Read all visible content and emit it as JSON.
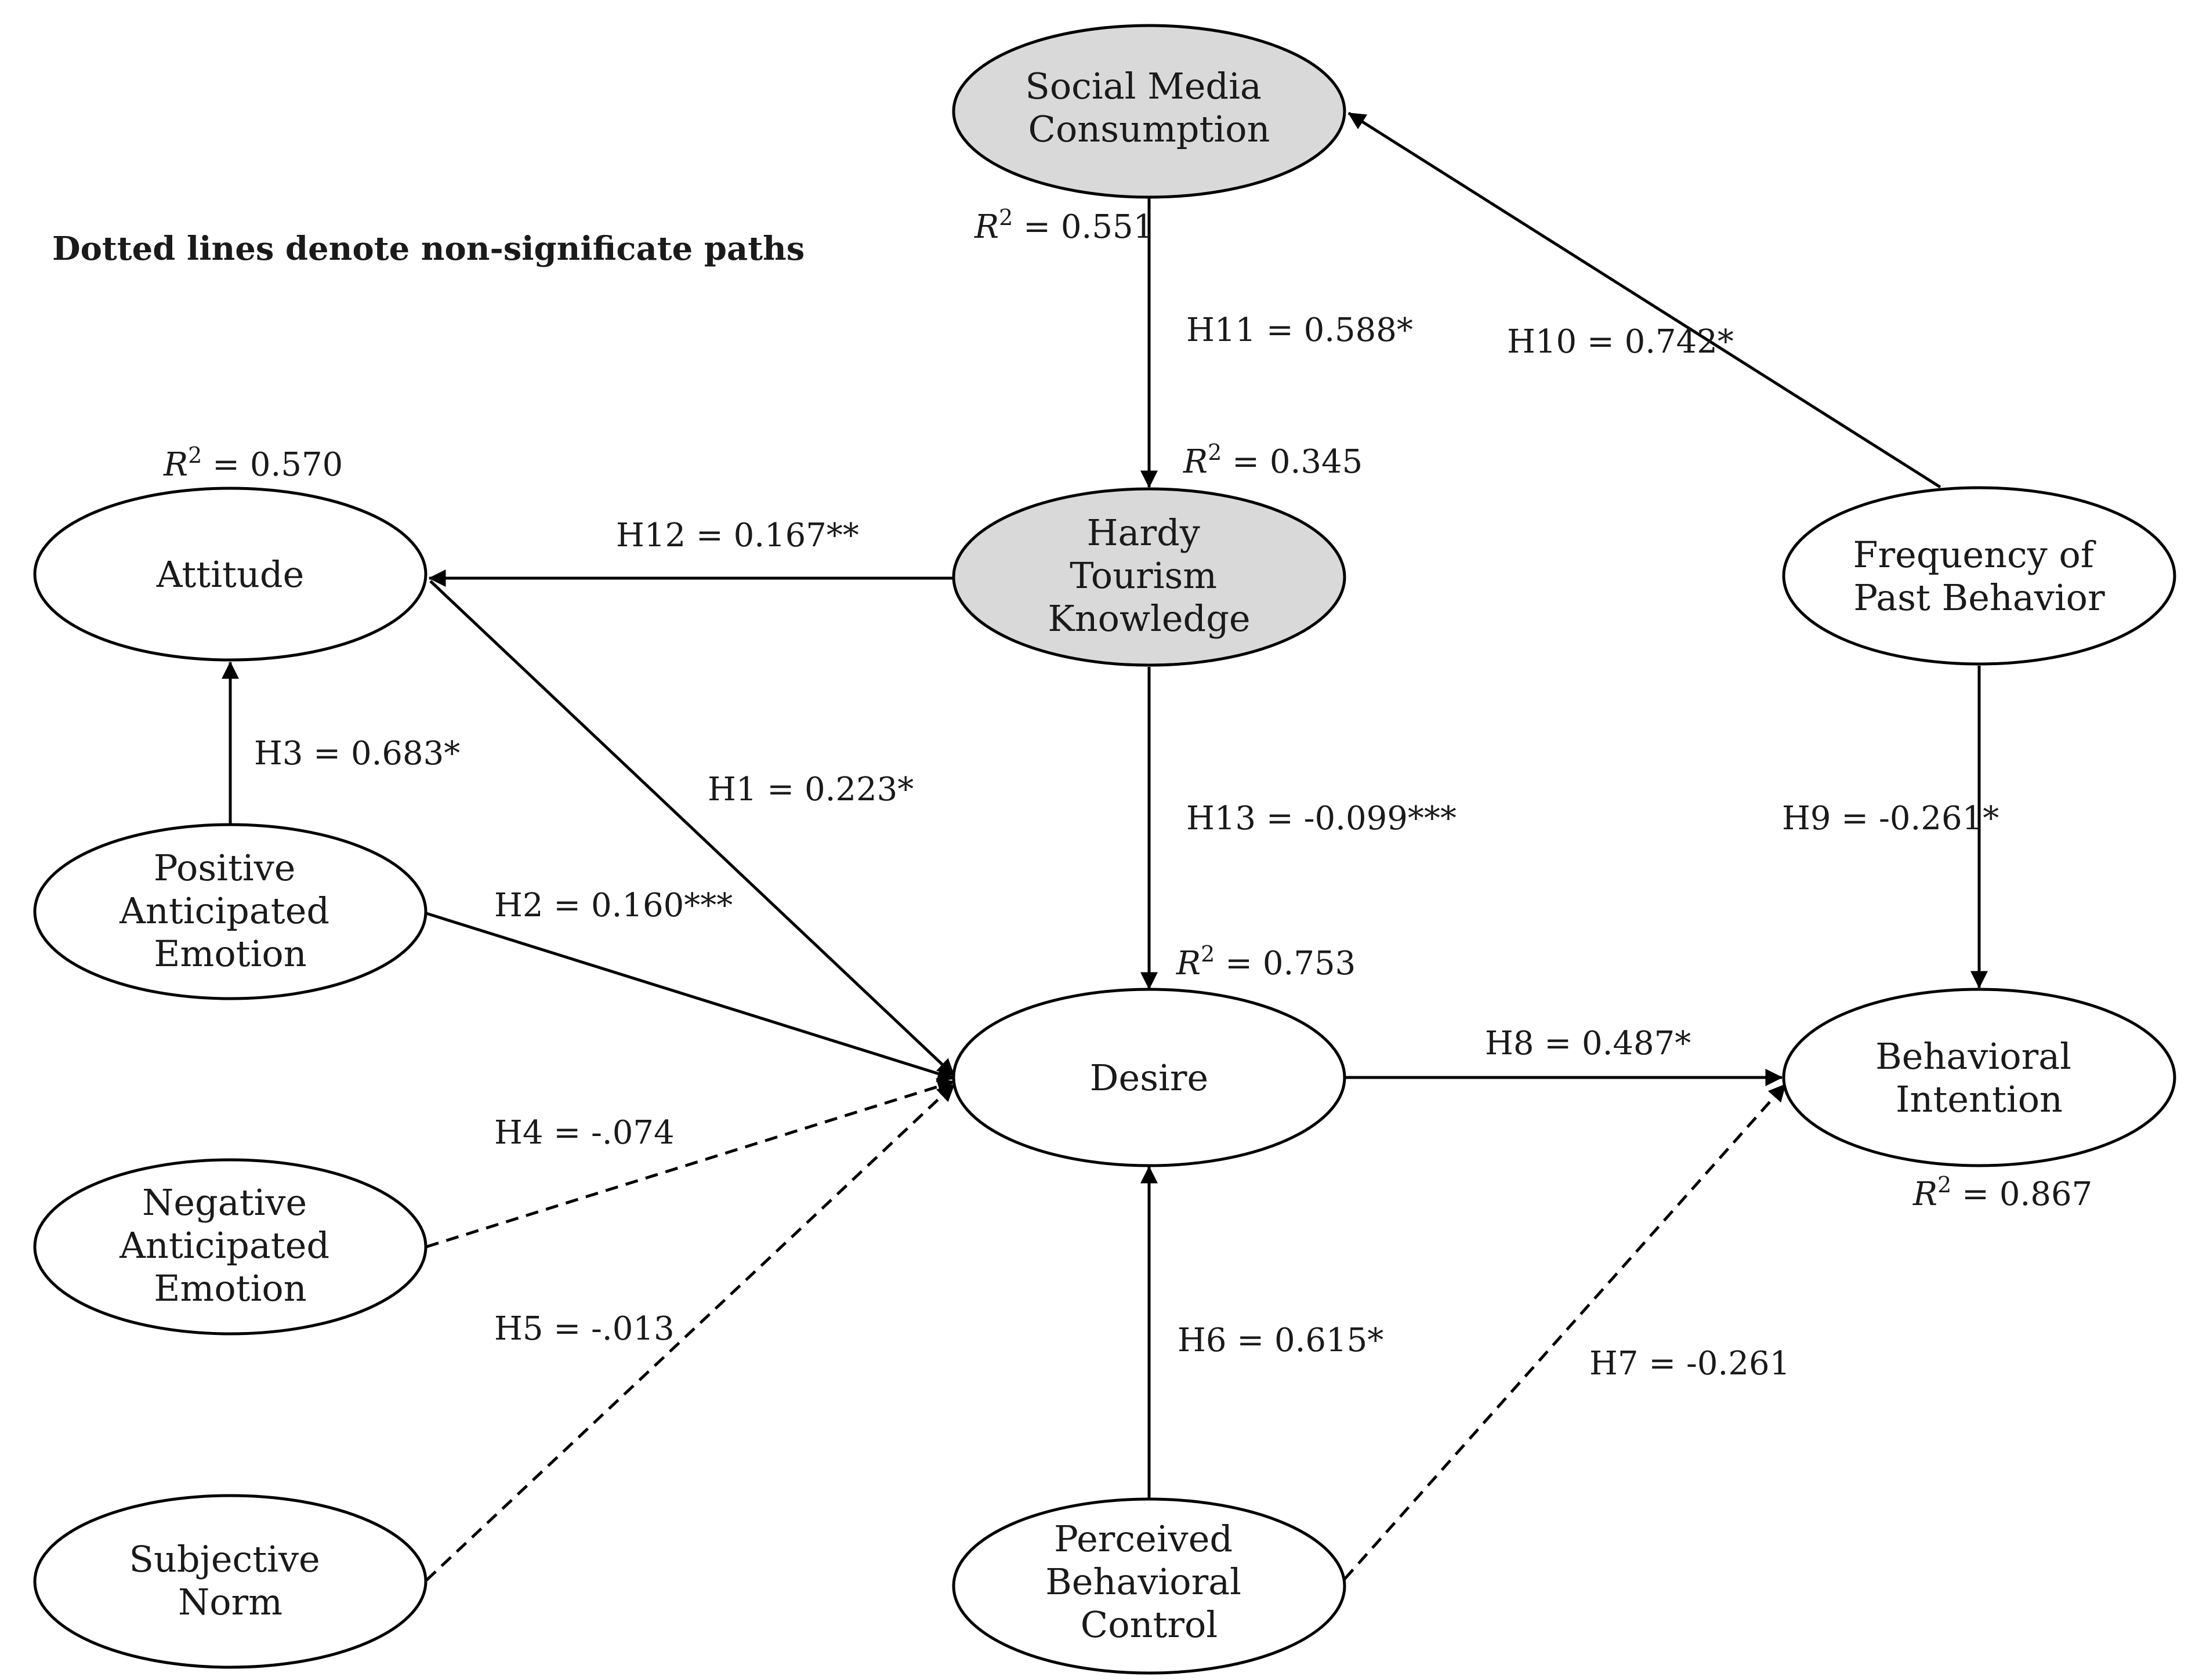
{
  "note": "Dotted lines denote non-significate paths",
  "nodes": {
    "smc": {
      "lines": [
        "Social Media",
        "Consumption"
      ],
      "fill": "#d9d9d9"
    },
    "htk": {
      "lines": [
        "Hardy",
        "Tourism",
        "Knowledge"
      ],
      "fill": "#d9d9d9"
    },
    "att": {
      "lines": [
        "Attitude"
      ],
      "fill": "#ffffff"
    },
    "pae": {
      "lines": [
        "Positive",
        "Anticipated",
        "Emotion"
      ],
      "fill": "#ffffff"
    },
    "nae": {
      "lines": [
        "Negative",
        "Anticipated",
        "Emotion"
      ],
      "fill": "#ffffff"
    },
    "sn": {
      "lines": [
        "Subjective",
        "Norm"
      ],
      "fill": "#ffffff"
    },
    "des": {
      "lines": [
        "Desire"
      ],
      "fill": "#ffffff"
    },
    "pbc": {
      "lines": [
        "Perceived",
        "Behavioral",
        "Control"
      ],
      "fill": "#ffffff"
    },
    "fpb": {
      "lines": [
        "Frequency of",
        "Past Behavior"
      ],
      "fill": "#ffffff"
    },
    "bi": {
      "lines": [
        "Behavioral",
        "Intention"
      ],
      "fill": "#ffffff"
    }
  },
  "r2": {
    "smc": {
      "symbol": "R",
      "sup": "2",
      "value": " = 0.551"
    },
    "htk": {
      "symbol": "R",
      "sup": "2",
      "value": " = 0.345"
    },
    "att": {
      "symbol": "R",
      "sup": "2",
      "value": " = 0.570"
    },
    "des": {
      "symbol": "R",
      "sup": "2",
      "value": " = 0.753"
    },
    "bi": {
      "symbol": "R",
      "sup": "2",
      "value": " = 0.867"
    }
  },
  "paths": {
    "H1": {
      "label": "H1 = 0.223*",
      "significant": true
    },
    "H2": {
      "label": "H2 = 0.160***",
      "significant": true
    },
    "H3": {
      "label": "H3 = 0.683*",
      "significant": true
    },
    "H4": {
      "label": "H4 = -.074",
      "significant": false
    },
    "H5": {
      "label": "H5 = -.013",
      "significant": false
    },
    "H6": {
      "label": "H6 = 0.615*",
      "significant": true
    },
    "H7": {
      "label": "H7 = -0.261",
      "significant": false
    },
    "H8": {
      "label": "H8 = 0.487*",
      "significant": true
    },
    "H9": {
      "label": "H9 = -0.261*",
      "significant": true
    },
    "H10": {
      "label": "H10 = 0.742*",
      "significant": true
    },
    "H11": {
      "label": "H11 = 0.588*",
      "significant": true
    },
    "H12": {
      "label": "H12 = 0.167**",
      "significant": true
    },
    "H13": {
      "label": "H13 = -0.099***",
      "significant": true
    }
  }
}
